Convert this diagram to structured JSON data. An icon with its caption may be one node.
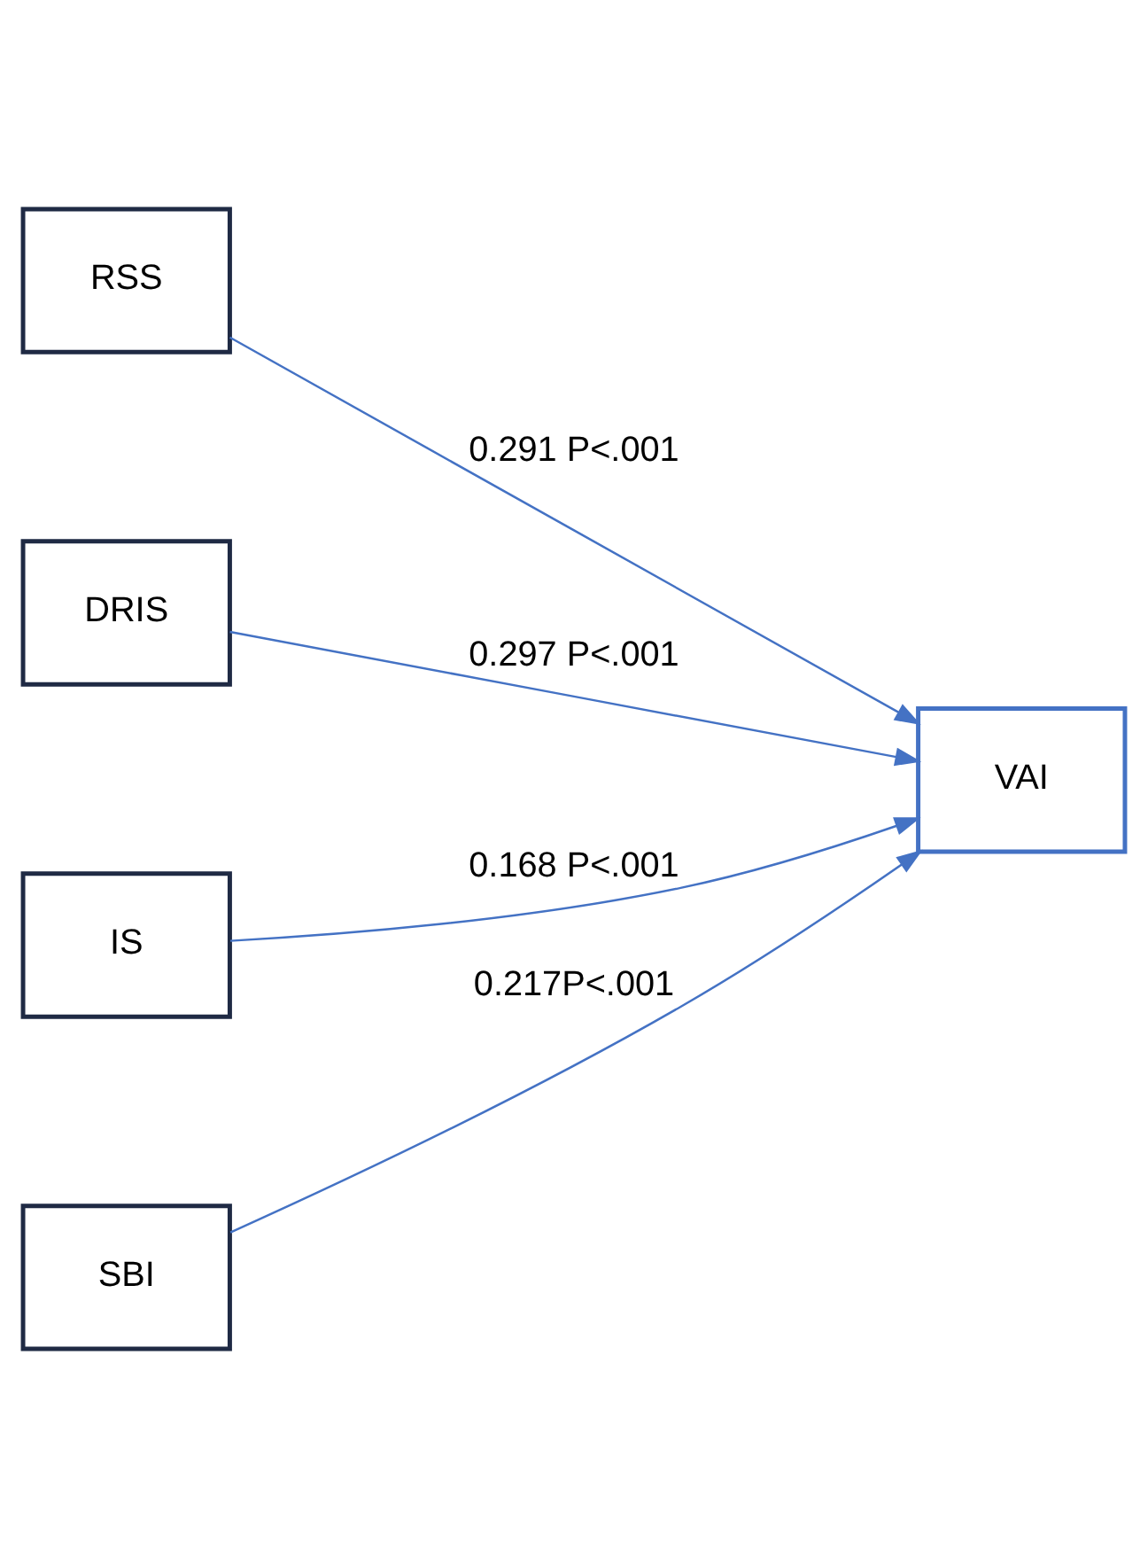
{
  "diagram": {
    "nodes": [
      {
        "text": [
          "RSS"
        ]
      },
      {
        "text": [
          "DRIS"
        ]
      },
      {
        "text": [
          "IS"
        ]
      },
      {
        "text": [
          "SBI"
        ]
      },
      {
        "text": [
          "VAI"
        ]
      }
    ],
    "edges": [
      {
        "from": 0,
        "to": 4,
        "arrow": "to",
        "label": "0.291 P<.001"
      },
      {
        "from": 1,
        "to": 4,
        "arrow": "to",
        "label": "0.297 P<.001"
      },
      {
        "from": 2,
        "to": 4,
        "arrow": "to",
        "label": "0.168 P<.001"
      },
      {
        "from": 3,
        "to": 4,
        "arrow": "to",
        "label": "0.217P<.001"
      }
    ]
  }
}
